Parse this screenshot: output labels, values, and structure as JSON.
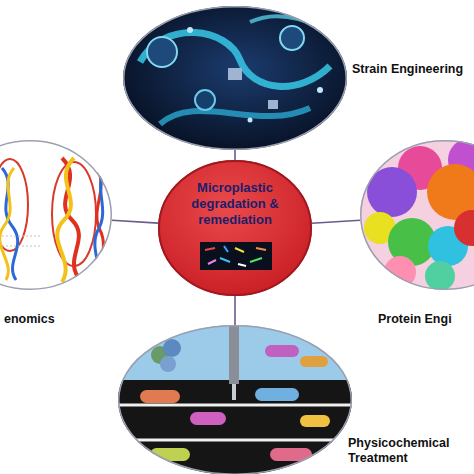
{
  "diagram": {
    "nodes": [
      {
        "text": [
          "Strain Engineering"
        ]
      },
      {
        "text": [
          "enomics"
        ]
      },
      {
        "text": [
          "Microplastic degradation & remediation"
        ]
      },
      {
        "text": [
          "Protein Engi"
        ]
      },
      {
        "text": [
          "Physicochemical Treatment"
        ]
      }
    ],
    "edges": [
      {
        "from": 2,
        "to": 0,
        "arrow": "none"
      },
      {
        "from": 2,
        "to": 1,
        "arrow": "none"
      },
      {
        "from": 2,
        "to": 3,
        "arrow": "none"
      },
      {
        "from": 2,
        "to": 4,
        "arrow": "none"
      }
    ]
  }
}
